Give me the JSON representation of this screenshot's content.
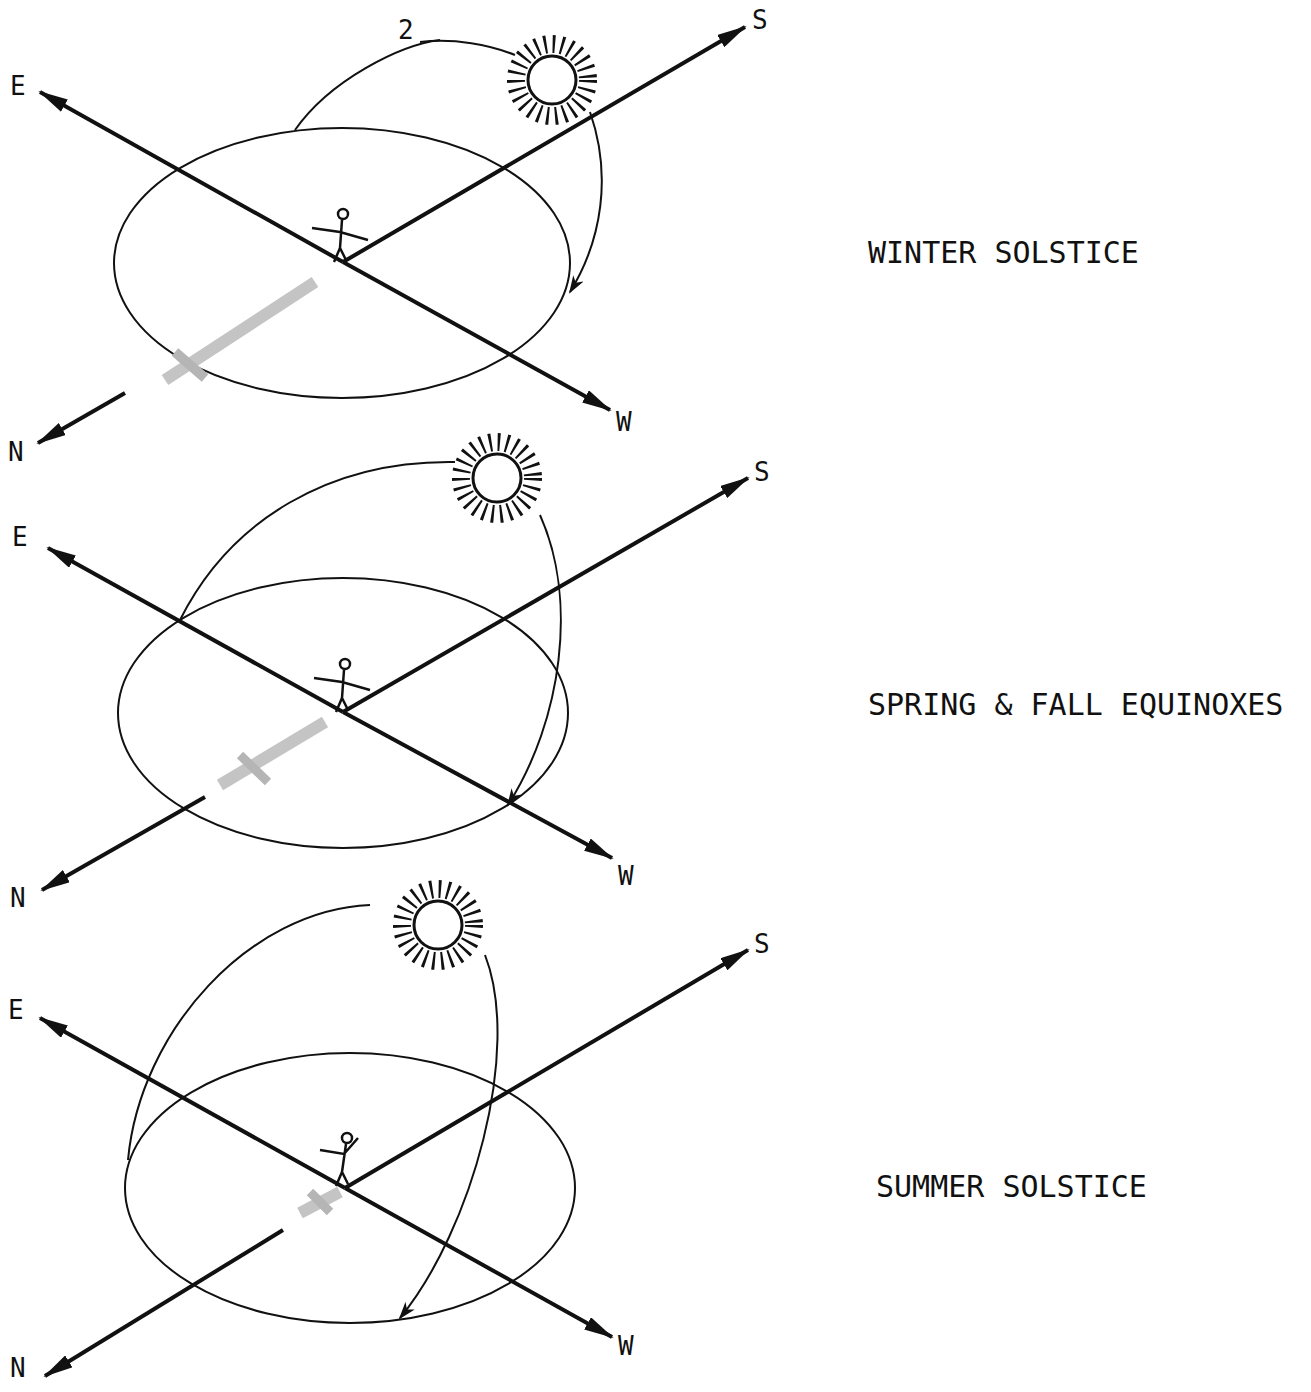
{
  "diagram": {
    "labels": [
      "2",
      "S",
      "E",
      "N",
      "W",
      "WINTER SOLSTICE",
      "S",
      "E",
      "N",
      "W",
      "SPRING & FALL EQUINOXES",
      "S",
      "E",
      "N",
      "W",
      "SUMMER SOLSTICE"
    ]
  }
}
